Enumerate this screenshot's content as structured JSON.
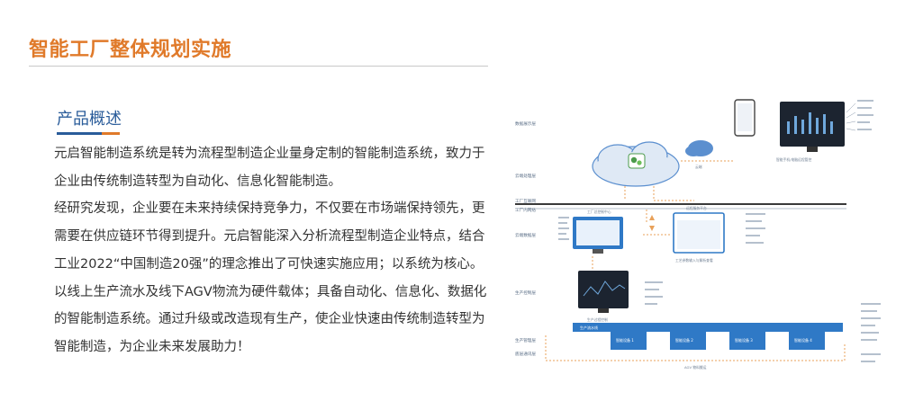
{
  "page": {
    "title": "智能工厂整体规划实施"
  },
  "section": {
    "title": "产品概述",
    "paragraphs": [
      "元启智能制造系统是转为流程型制造企业量身定制的智能制造系统，致力于企业由传统制造转型为自动化、信息化智能制造。",
      "经研究发现，企业要在未来持续保持竞争力，不仅要在市场端保持领先，更需要在供应链环节得到提升。元启智能深入分析流程型制造企业特点，结合工业2022“中国制造20强”的理念推出了可快速实施应用；以系统为核心。以线上生产流水及线下AGV物流为硬件载体；具备自动化、信息化、数据化的智能制造系统。通过升级或改造现有生产，使企业快速由传统制造转型为智能制造，为企业未来发展助力！"
    ]
  },
  "colors": {
    "title_orange": "#e07a2a",
    "section_blue": "#2a5c9a",
    "diagram_blue": "#2f79c6",
    "diagram_orange": "#e8a15a"
  },
  "diagram": {
    "layers": [
      "数据展示层",
      "云端处理层",
      "工厂互联网",
      "工厂内网络",
      "云端数据层",
      "生产控制层",
      "生产管理层",
      "底层通讯层"
    ],
    "cloud_label": "云端",
    "cloud_icon": "wechat-icon",
    "monitor_top_caption": "智能手机/电脑远程管控",
    "monitor_mid_caption": "工厂总控制中心",
    "screen_mid_caption": "远程服务平台",
    "screen_mid_sub": "工艺参数输入与解析查看",
    "monitor_low_caption": "生产过程控制",
    "line_label": "生产流水线",
    "stations": [
      "智能设备 1",
      "智能设备 2",
      "智能设备 3",
      "智能设备 4"
    ],
    "bottom_label": "AGV 物料搬运"
  }
}
